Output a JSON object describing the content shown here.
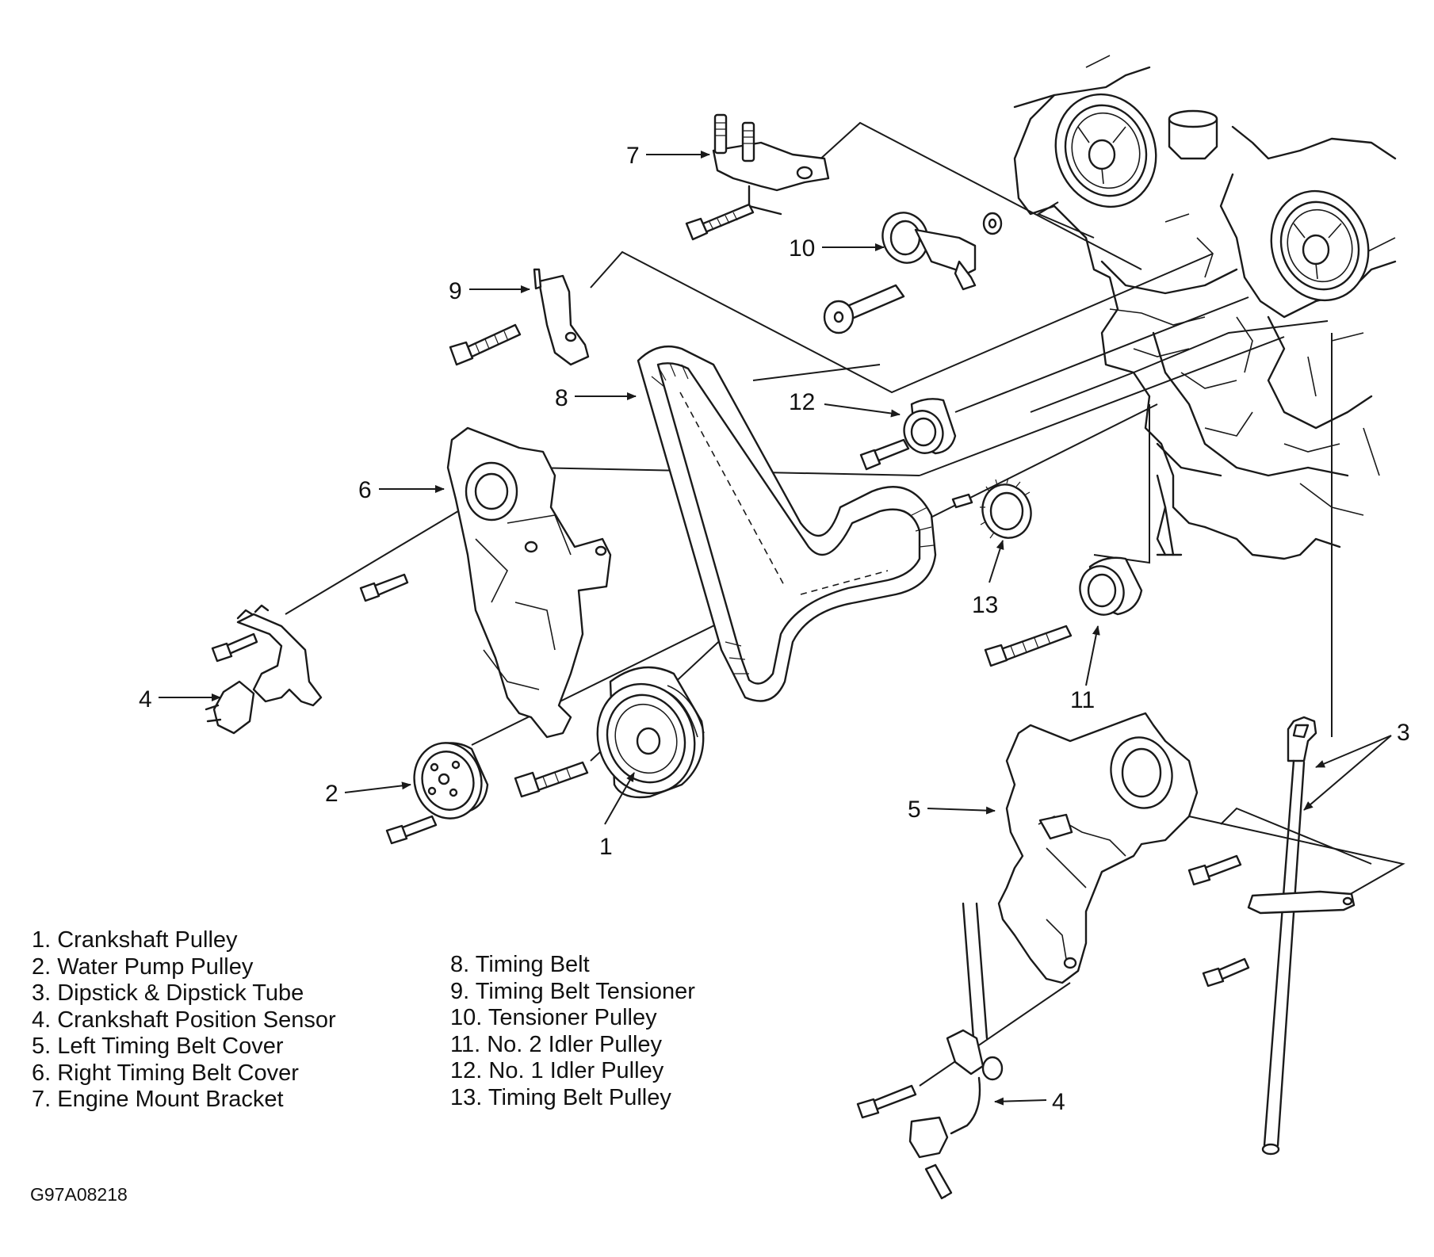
{
  "callouts": {
    "c1": "1",
    "c2": "2",
    "c3": "3",
    "c4a": "4",
    "c4b": "4",
    "c5": "5",
    "c6": "6",
    "c7": "7",
    "c8": "8",
    "c9": "9",
    "c10": "10",
    "c11": "11",
    "c12": "12",
    "c13": "13"
  },
  "legend_left": [
    "1. Crankshaft Pulley",
    "2. Water Pump Pulley",
    "3. Dipstick & Dipstick Tube",
    "4. Crankshaft Position Sensor",
    "5. Left Timing Belt Cover",
    "6. Right Timing Belt Cover",
    "7. Engine Mount Bracket"
  ],
  "legend_right": [
    "8. Timing Belt",
    "9. Timing Belt Tensioner",
    "10. Tensioner Pulley",
    "11. No. 2 Idler Pulley",
    "12. No. 1 Idler Pulley",
    "13. Timing Belt Pulley"
  ],
  "figure_id": "G97A08218"
}
